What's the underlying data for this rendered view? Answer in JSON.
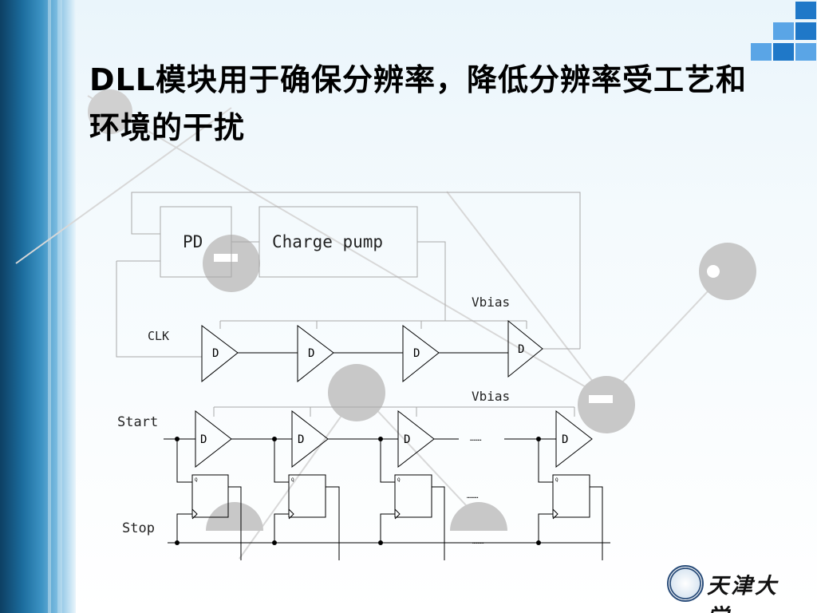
{
  "slide": {
    "title": "DLL模块用于确保分辨率，降低分辨率受工艺和环境的干扰"
  },
  "diagram": {
    "pd_label": "PD",
    "charge_pump_label": "Charge pump",
    "vbias_top_label": "Vbias",
    "vbias_bottom_label": "Vbias",
    "clk_label": "CLK",
    "start_label": "Start",
    "stop_label": "Stop",
    "delay_label": "D",
    "ff_q_label": "Q",
    "ellipsis": "………"
  },
  "logo": {
    "name": "天津大学"
  },
  "colors": {
    "accent_blue": "#1f78c8",
    "light_blue": "#5aa5e6",
    "line": "#000000"
  }
}
